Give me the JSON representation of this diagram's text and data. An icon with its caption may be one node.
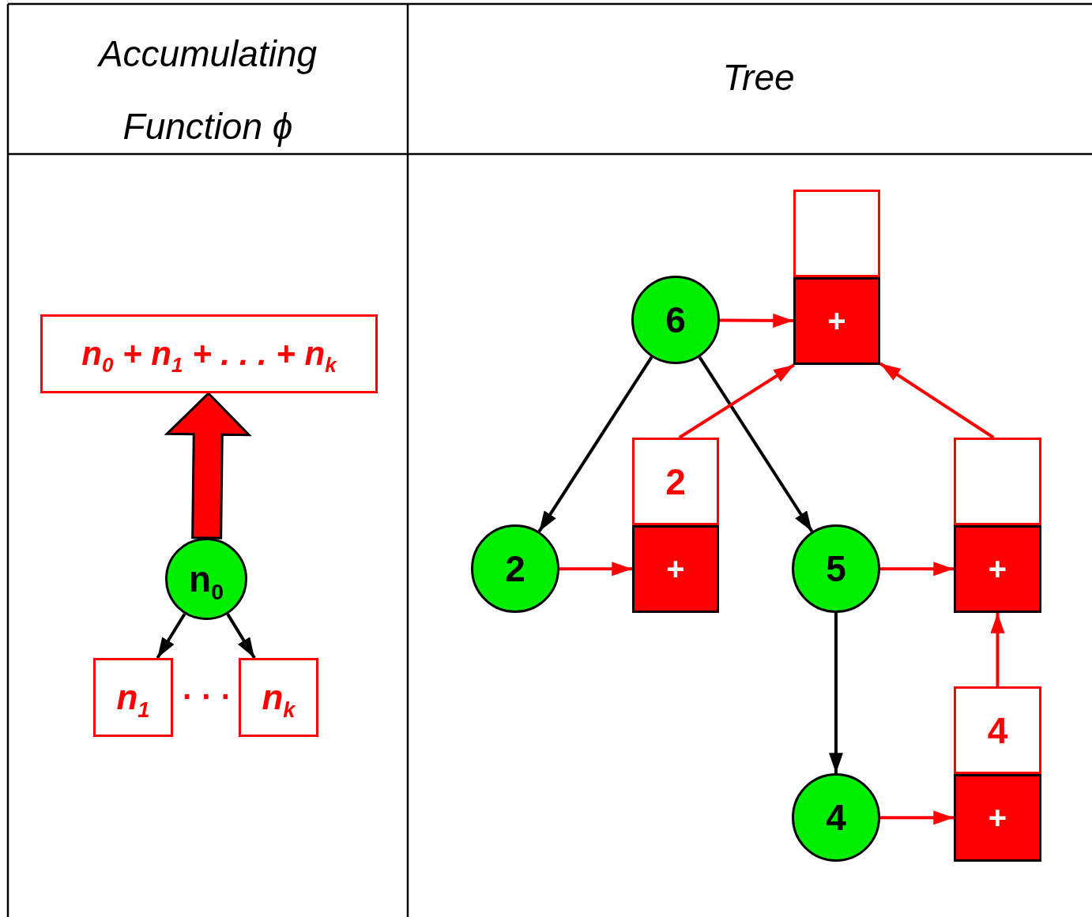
{
  "diagram": {
    "nodes": [
      {
        "text": [
          "n$_{0}$ + n$_{1}$ + . . . + n$_{k}$"
        ]
      },
      {
        "text": [
          "n$_{0}$"
        ]
      },
      {
        "text": [
          "n$_{1}$"
        ]
      },
      {
        "text": [
          "n$_{k}$"
        ]
      },
      {
        "text": [
          "6"
        ]
      },
      {
        "text": [],
        "shape": "box"
      },
      {
        "text": [
          "+"
        ]
      },
      {
        "text": [
          "2"
        ]
      },
      {
        "text": [
          "2"
        ]
      },
      {
        "text": [
          "+"
        ]
      },
      {
        "text": [
          "5"
        ]
      },
      {
        "text": [],
        "shape": "box"
      },
      {
        "text": [
          "+"
        ]
      },
      {
        "text": [
          "4"
        ]
      },
      {
        "text": [
          "4"
        ]
      },
      {
        "text": [
          "+"
        ]
      }
    ],
    "edges": [
      {
        "from": 1,
        "to": 0,
        "arrow": "to",
        "style": "thick"
      },
      {
        "from": 1,
        "to": 2,
        "arrow": "to",
        "color": "#000000"
      },
      {
        "from": 1,
        "to": 3,
        "arrow": "to",
        "color": "#000000"
      },
      {
        "from": 4,
        "to": 7,
        "arrow": "to",
        "color": "#000000"
      },
      {
        "from": 4,
        "to": 10,
        "arrow": "to",
        "color": "#000000"
      },
      {
        "from": 10,
        "to": 13,
        "arrow": "to",
        "color": "#000000"
      },
      {
        "from": 4,
        "to": 6,
        "arrow": "to"
      },
      {
        "from": 7,
        "to": 9,
        "arrow": "to"
      },
      {
        "from": 10,
        "to": 12,
        "arrow": "to"
      },
      {
        "from": 13,
        "to": 15,
        "arrow": "to"
      },
      {
        "from": 8,
        "to": 6,
        "arrow": "to"
      },
      {
        "from": 11,
        "to": 6,
        "arrow": "to"
      },
      {
        "from": 14,
        "to": 12,
        "arrow": "to"
      }
    ],
    "labels": [
      "Accumulating Function ϕ",
      "Tree",
      "· · ·"
    ]
  }
}
